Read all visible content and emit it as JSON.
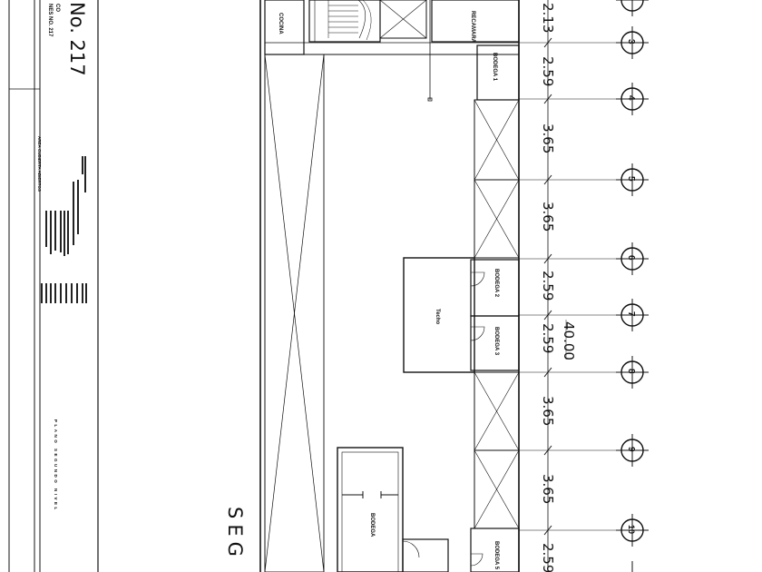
{
  "title_block": {
    "plan_number": "No. 217",
    "code_line_1": "CO",
    "code_line_2": "NES  NO. 217",
    "sheet_title": "PLANO SEGUNDO NIVEL",
    "area_label": "AREA CUBIERTA ABIERTOS"
  },
  "big_title": "SEG",
  "rooms": {
    "cocina": "COCINA",
    "recamara": "RECAMARA",
    "bodega1": "BODEGA 1",
    "bodega2": "BODEGA 2",
    "bodega3": "BODEGA 3",
    "bodega5": "BODEGA 5",
    "bodega6": "BODEGA",
    "techo": "Techo"
  },
  "dimensions": {
    "d23": "2.13",
    "d34": "2.59",
    "d45": "3.65",
    "d56": "3.65",
    "d67": "2.59",
    "d78": "2.59",
    "d89": "3.65",
    "d910": "3.65",
    "d10e": "2.59",
    "total": "40.00"
  },
  "axes": {
    "a3": "3",
    "a4": "4",
    "a5": "5",
    "a6": "6",
    "a7": "7",
    "a8": "8",
    "a9": "9",
    "a10": "10"
  }
}
